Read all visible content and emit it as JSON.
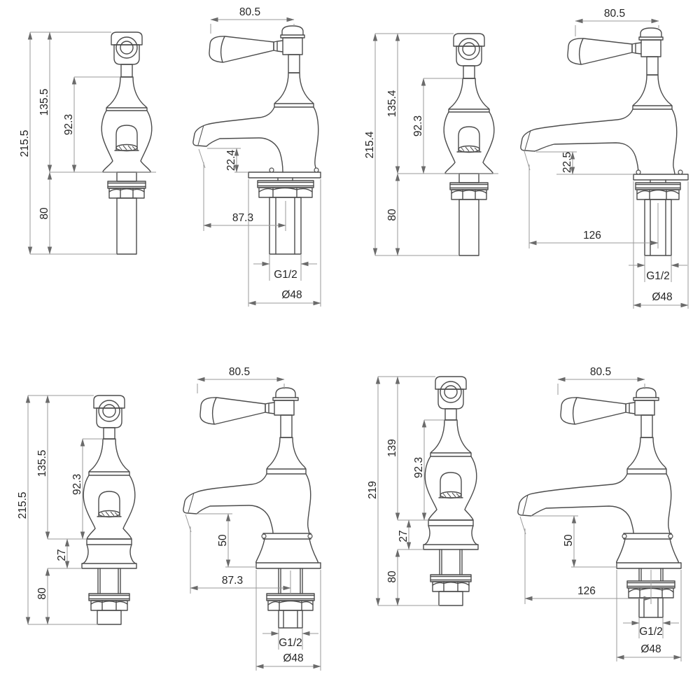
{
  "page": {
    "background": "#ffffff",
    "line_color": "#4c4c4c",
    "dim_line_color": "#9a9a9a",
    "text_color": "#262626"
  },
  "drawings": [
    {
      "name": "basin-tap-short-spout",
      "front_dims": {
        "overall_height": "215.5",
        "height_above_deck": "135.5",
        "body_height": "92.3",
        "below_deck": "80"
      },
      "side_dims": {
        "handle_length": "80.5",
        "spout_clearance": "22.4",
        "spout_reach": "87.3",
        "thread_size": "G1/2",
        "flange_diameter": "Ø48"
      }
    },
    {
      "name": "bath-tap-long-spout",
      "front_dims": {
        "overall_height": "215.4",
        "height_above_deck": "135.4",
        "body_height": "92.3",
        "below_deck": "80"
      },
      "side_dims": {
        "handle_length": "80.5",
        "spout_clearance": "22.5",
        "spout_reach": "126",
        "thread_size": "G1/2",
        "flange_diameter": "Ø48"
      }
    },
    {
      "name": "basin-tap-tall-base",
      "front_dims": {
        "overall_height": "215.5",
        "height_above_deck": "135.5",
        "body_height": "92.3",
        "base_height": "27",
        "below_deck": "80"
      },
      "side_dims": {
        "handle_length": "80.5",
        "spout_clearance": "50",
        "spout_reach": "87.3",
        "thread_size": "G1/2",
        "flange_diameter": "Ø48"
      }
    },
    {
      "name": "bath-tap-tall-base",
      "front_dims": {
        "overall_height": "219",
        "height_above_deck": "139",
        "body_height": "92.3",
        "base_height": "27",
        "below_deck": "80"
      },
      "side_dims": {
        "handle_length": "80.5",
        "spout_clearance": "50",
        "spout_reach": "126",
        "thread_size": "G1/2",
        "flange_diameter": "Ø48"
      }
    }
  ]
}
